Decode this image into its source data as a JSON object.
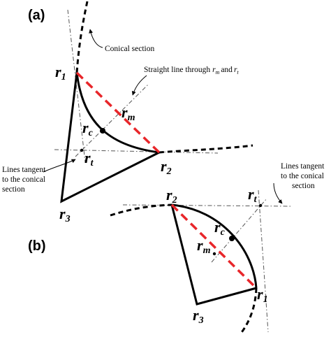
{
  "panels": {
    "a": {
      "label": "(a)",
      "conical_note": "Conical section",
      "line_note_prefix": "Straight line through ",
      "line_note_and": "and",
      "tangent_note": [
        "Lines tangent",
        "to the conical",
        "section"
      ],
      "points": {
        "r1": {
          "base": "r",
          "sub": "1"
        },
        "r2": {
          "base": "r",
          "sub": "2"
        },
        "r3": {
          "base": "r",
          "sub": "3"
        },
        "rm": {
          "base": "r",
          "sub": "m"
        },
        "rc": {
          "base": "r",
          "sub": "c"
        },
        "rt": {
          "base": "r",
          "sub": "t"
        }
      }
    },
    "b": {
      "label": "(b)",
      "tangent_note": [
        "Lines tangent",
        "to the conical",
        "section"
      ],
      "points": {
        "r1": {
          "base": "r",
          "sub": "1"
        },
        "r2": {
          "base": "r",
          "sub": "2"
        },
        "r3": {
          "base": "r",
          "sub": "3"
        },
        "rm": {
          "base": "r",
          "sub": "m"
        },
        "rc": {
          "base": "r",
          "sub": "c"
        },
        "rt": {
          "base": "r",
          "sub": "t"
        }
      }
    }
  },
  "colors": {
    "chord": "#e8262a",
    "ink": "#000000",
    "construction": "#555555"
  }
}
